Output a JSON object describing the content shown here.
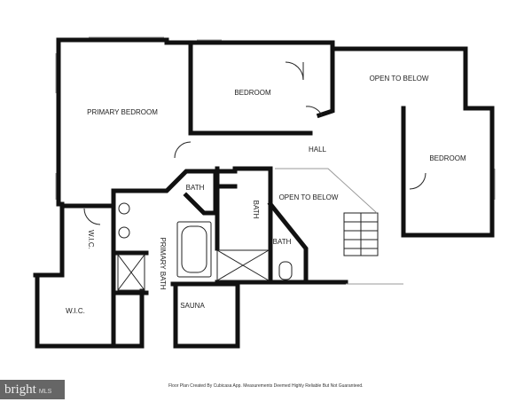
{
  "rooms": {
    "primary_bedroom": "PRIMARY BEDROOM",
    "bedroom_1": "BEDROOM",
    "open_to_below_1": "OPEN TO BELOW",
    "hall": "HALL",
    "bedroom_2": "BEDROOM",
    "bath_1": "BATH",
    "bath_2": "BATH",
    "bath_3": "BATH",
    "open_to_below_2": "OPEN TO BELOW",
    "wic_1": "W.I.C.",
    "wic_2": "W.I.C.",
    "primary_bath": "PRIMARY BATH",
    "sauna": "SAUNA"
  },
  "footer": {
    "disclaimer": "Floor Plan Created By Cubicasa App. Measurements Deemed Highly Reliable But Not Guaranteed.",
    "logo_text": "bright",
    "logo_suffix": "MLS"
  }
}
